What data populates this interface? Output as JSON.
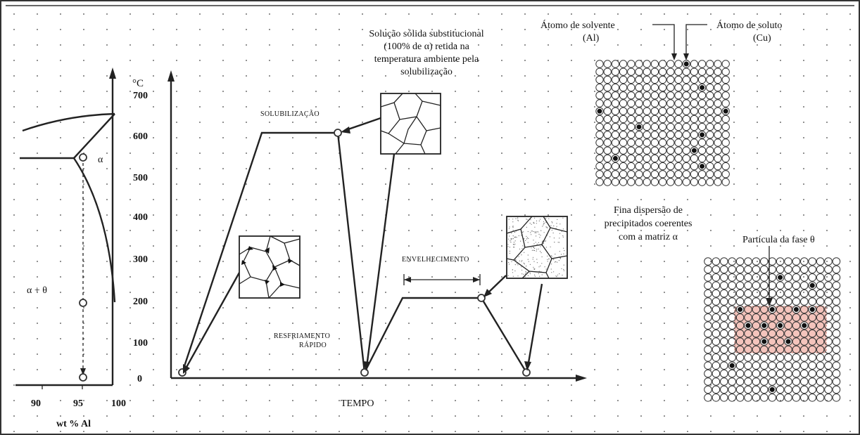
{
  "phase_diagram": {
    "temperature_unit": "°C",
    "temperature_ticks": [
      "700",
      "600",
      "500",
      "400",
      "300",
      "200",
      "100",
      "0"
    ],
    "composition_ticks": [
      "90",
      "95",
      "100"
    ],
    "composition_label": "wt % Al",
    "alpha_label": "α",
    "alpha_theta_label": "α + θ"
  },
  "process": {
    "solubilization_label": "SOLUBILIZAÇÃO",
    "quench_label_line1": "RESFRIAMENTO",
    "quench_label_line2": "RÁPIDO",
    "aging_label": "ENVELHECIMENTO",
    "time_axis_label": "TEMPO",
    "solid_solution_note": [
      "Solução sólida substitucional",
      "(100% de α) retida na",
      "temperatura ambiente pela",
      "solubilização"
    ]
  },
  "lattice": {
    "solvent_label_line1": "Átomo de solvente",
    "solvent_label_line2": "(Al)",
    "solute_label_line1": "Átomo de soluto",
    "solute_label_line2": "(Cu)",
    "dispersion_note": [
      "Fina dispersão de",
      "precipitados coerentes",
      "com a matriz α"
    ],
    "theta_particle_label": "Partícula da fase θ"
  },
  "colors": {
    "precipitate_highlight": "#f4c4bc",
    "line": "#222222",
    "dot_grid": "#444444"
  }
}
